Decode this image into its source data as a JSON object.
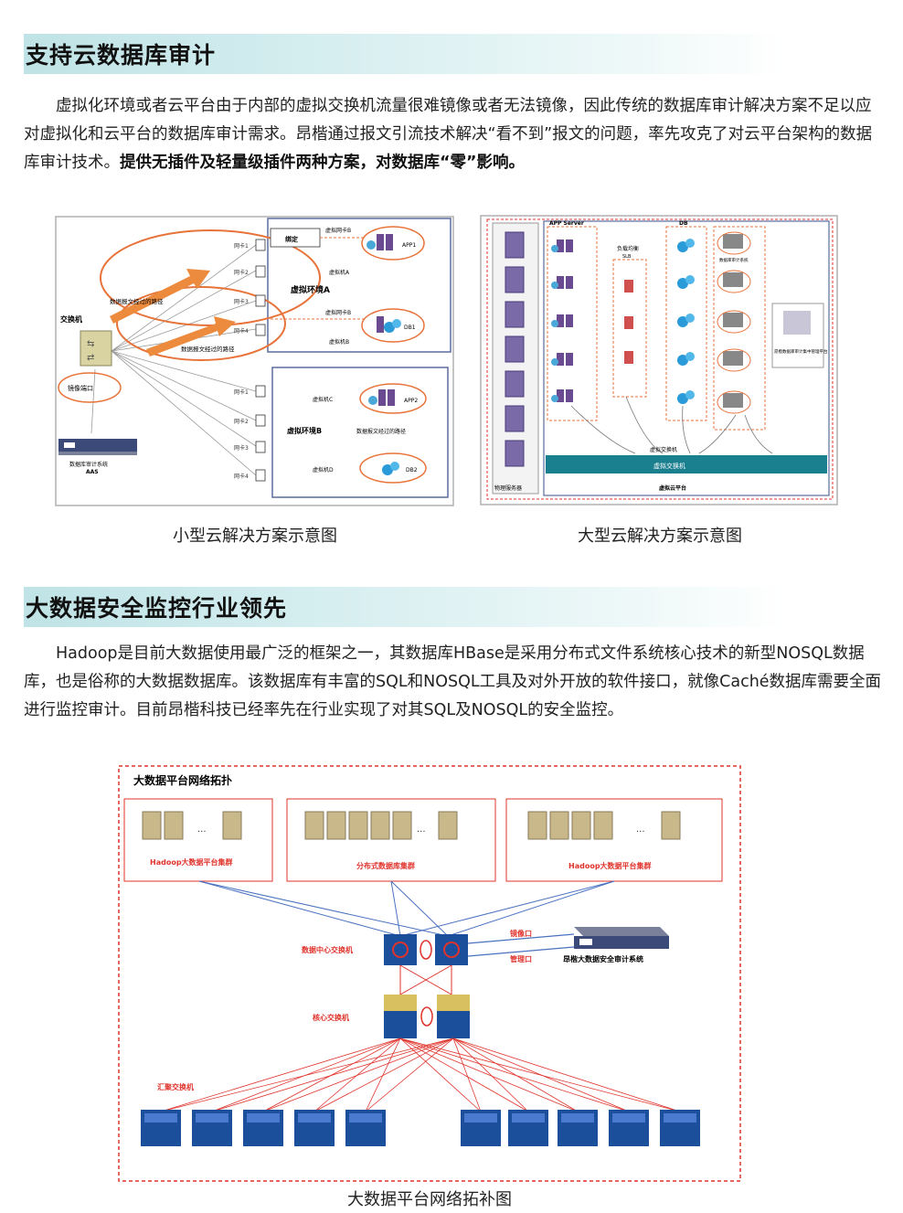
{
  "section1": {
    "title": "支持云数据库审计",
    "para_normal": "虚拟化环境或者云平台由于内部的虚拟交换机流量很难镜像或者无法镜像，因此传统的数据库审计解决方案不足以应对虚拟化和云平台的数据库审计需求。昂楷通过报文引流技术解决“看不到”报文的问题，率先攻克了对云平台架构的数据库审计技术。",
    "para_bold": "提供无插件及轻量级插件两种方案，对数据库“零”影响。",
    "fig_small": {
      "caption": "小型云解决方案示意图",
      "switch_label": "交换机",
      "mirror_port": "镜像端口",
      "audit_system": "数据库审计系统",
      "audit_model": "AAS",
      "path_label_1": "数据报文经过的路径",
      "path_label_2": "数据报文经过的路径",
      "path_label_3": "数据报文经过的路径",
      "vm_a_label": "虚拟环境A",
      "vm_b_label": "虚拟环境B",
      "bind_label": "绑定",
      "vnic_1": "虚拟网卡B",
      "vnic_2": "虚拟网卡B",
      "vm_a": "虚拟机A",
      "vm_b": "虚拟机B",
      "vm_c": "虚拟机C",
      "vm_d": "虚拟机D",
      "app1": "APP1",
      "app2": "APP2",
      "db1": "DB1",
      "db2": "DB2",
      "nic_a": [
        "网卡1",
        "网卡2",
        "网卡3",
        "网卡4"
      ],
      "nic_b": [
        "网卡1",
        "网卡2",
        "网卡3",
        "网卡4"
      ]
    },
    "fig_large": {
      "caption": "大型云解决方案示意图",
      "app_server": "APP Server",
      "db": "DB",
      "lb": "负载均衡",
      "slb": "SLB",
      "physical_server": "物理服务器",
      "vswitch_1": "虚拟交换机",
      "vswitch_2": "虚拟交换机",
      "platform": "虚拟云平台",
      "audit_node": "数据库审计系统",
      "central_mgmt": "昂楷数据库审计集中管理平台"
    }
  },
  "section2": {
    "title": "大数据安全监控行业领先",
    "para": "Hadoop是目前大数据使用最广泛的框架之一，其数据库HBase是采用分布式文件系统核心技术的新型NOSQL数据库，也是俗称的大数据数据库。该数据库有丰富的SQL和NOSQL工具及对外开放的软件接口，就像Caché数据库需要全面进行监控审计。目前昂楷科技已经率先在行业实现了对其SQL及NOSQL的安全监控。",
    "fig": {
      "caption": "大数据平台网络拓补图",
      "frame_title": "大数据平台网络拓扑",
      "cluster_1": "Hadoop大数据平台集群",
      "cluster_2": "分布式数据库集群",
      "cluster_3": "Hadoop大数据平台集群",
      "ellipsis": "...",
      "dc_switch": "数据中心交换机",
      "core_switch": "核心交换机",
      "agg_switch": "汇聚交换机",
      "mirror_port": "镜像口",
      "mgmt_port": "管理口",
      "audit_system": "昂楷大数据安全审计系统"
    }
  },
  "colors": {
    "header_gradient_start": "#bfe3e6",
    "dashed_red": "#e0332b",
    "orange_ring": "#e8733a",
    "switch_blue": "#1b4f9c"
  }
}
